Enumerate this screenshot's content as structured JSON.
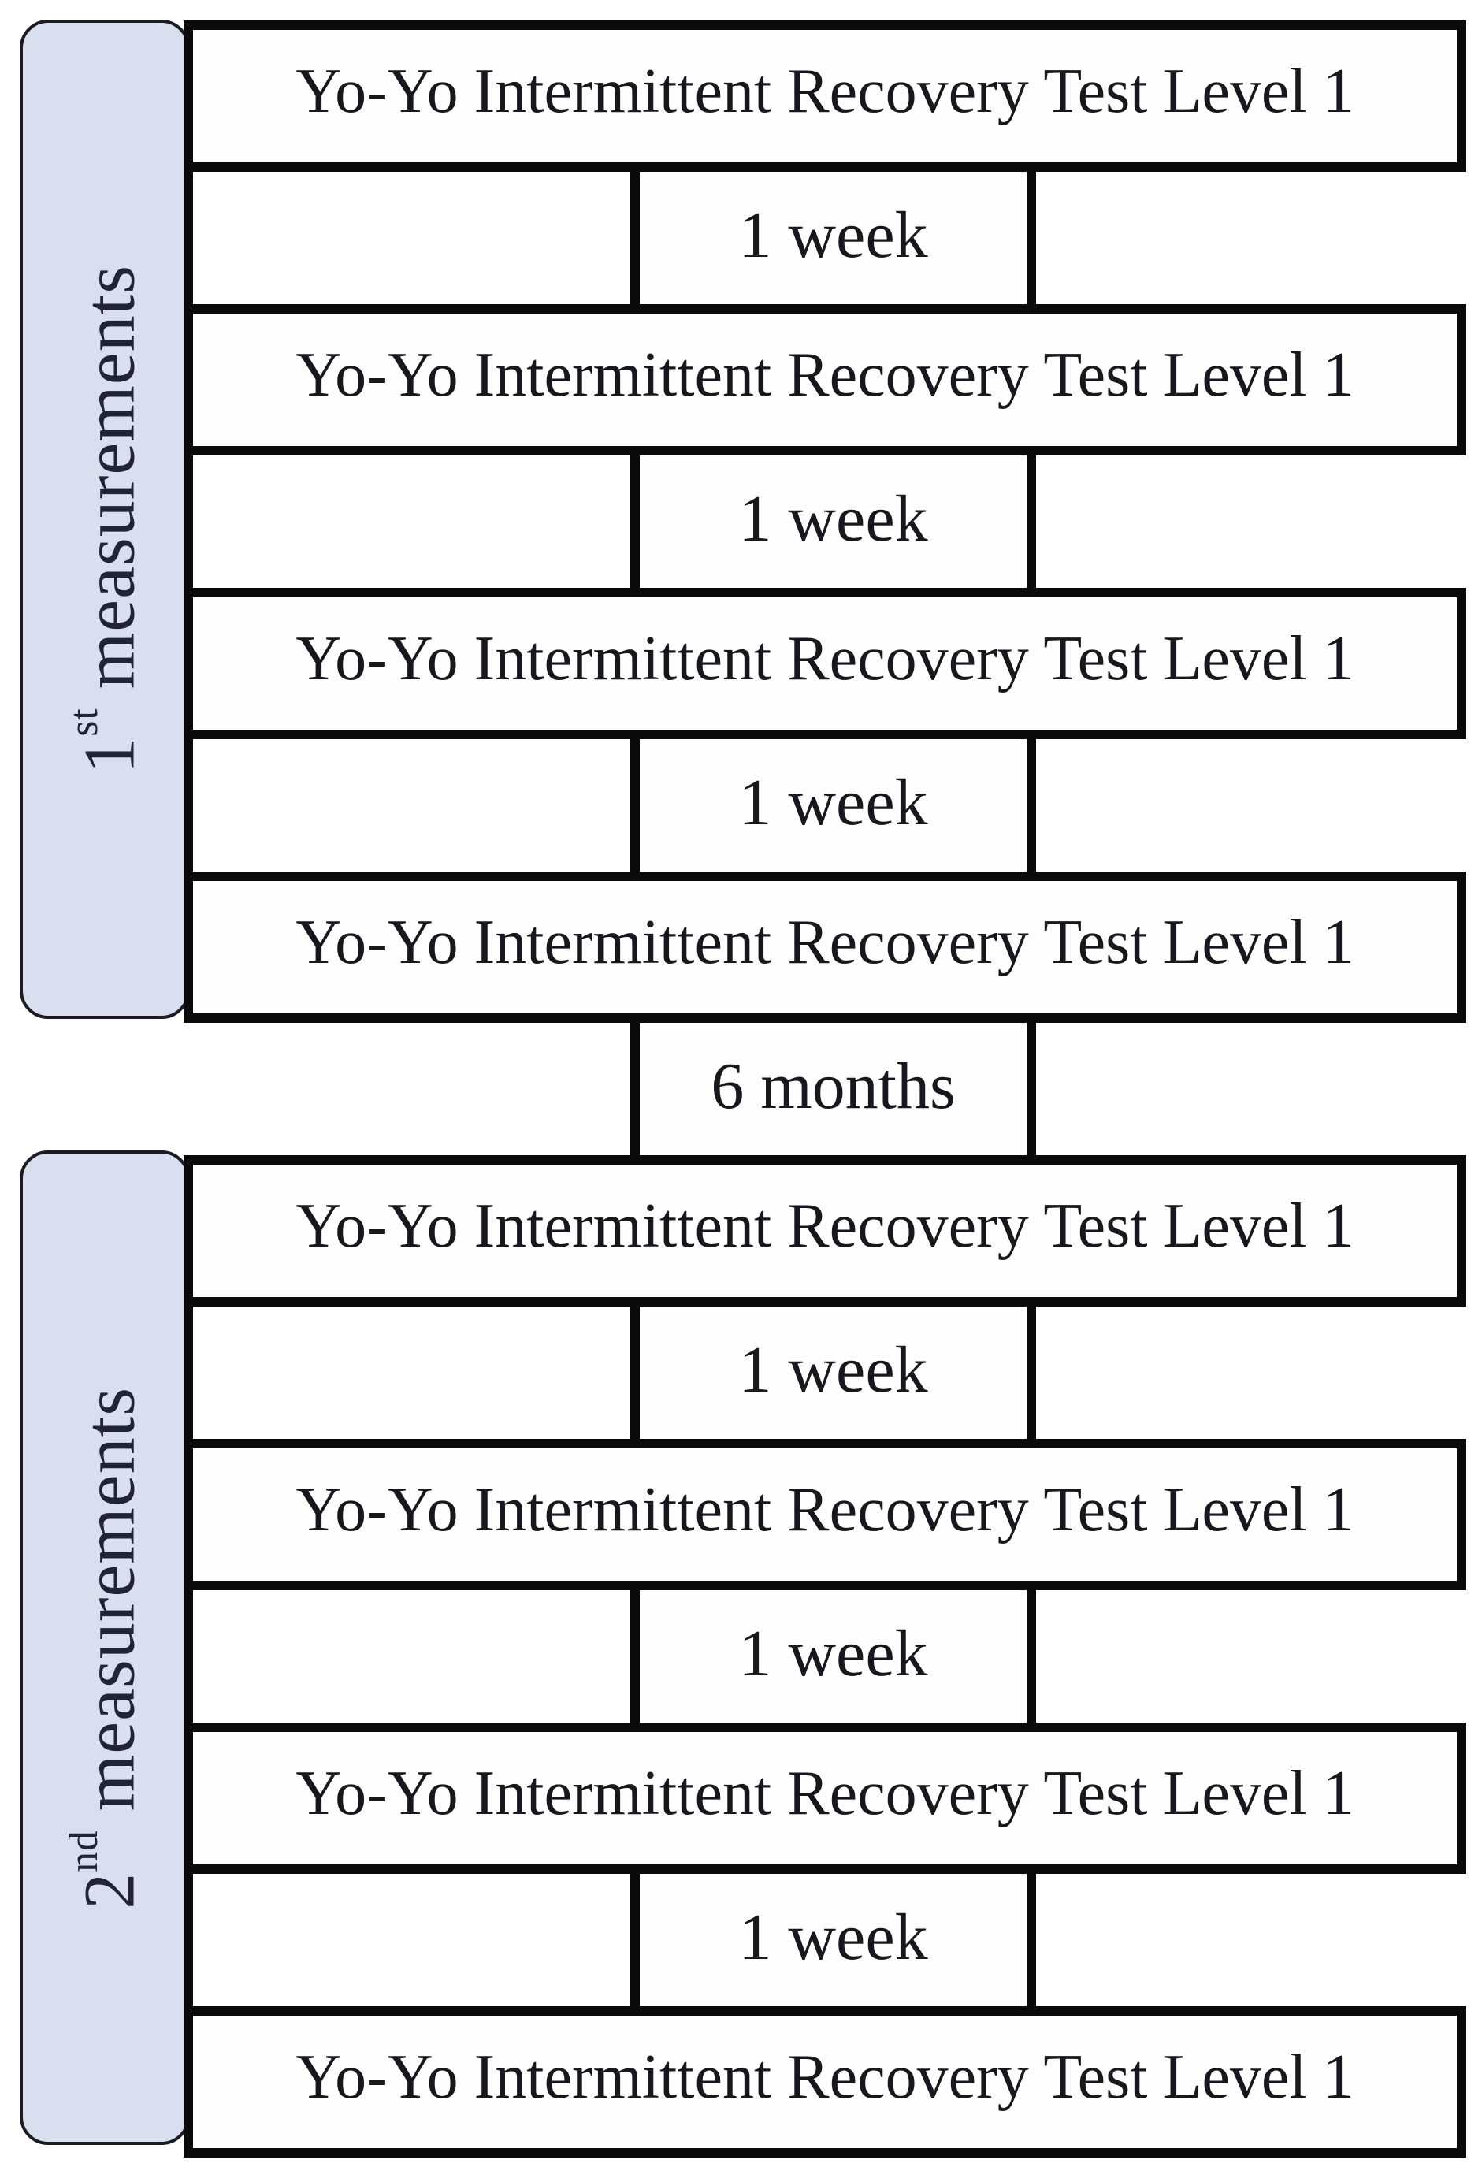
{
  "figure": {
    "kind": "study-design-timeline-diagram",
    "test_name": "Yo-Yo Intermittent Recovery Test Level 1"
  },
  "sidebars": [
    {
      "prefix": "1",
      "sup": "st",
      "rest": " measurements"
    },
    {
      "prefix": "2",
      "sup": "nd",
      "rest": " measurements"
    }
  ],
  "rows": [
    {
      "type": "test",
      "text": "Yo-Yo Intermittent Recovery Test Level 1"
    },
    {
      "type": "interval",
      "text": "1 week"
    },
    {
      "type": "test",
      "text": "Yo-Yo Intermittent Recovery Test Level 1"
    },
    {
      "type": "interval",
      "text": "1 week"
    },
    {
      "type": "test",
      "text": "Yo-Yo Intermittent Recovery Test Level 1"
    },
    {
      "type": "interval",
      "text": "1 week"
    },
    {
      "type": "test",
      "text": "Yo-Yo Intermittent Recovery Test Level 1"
    },
    {
      "type": "interval",
      "text": "6 months"
    },
    {
      "type": "test",
      "text": "Yo-Yo Intermittent Recovery Test Level 1"
    },
    {
      "type": "interval",
      "text": "1 week"
    },
    {
      "type": "test",
      "text": "Yo-Yo Intermittent Recovery Test Level 1"
    },
    {
      "type": "interval",
      "text": "1 week"
    },
    {
      "type": "test",
      "text": "Yo-Yo Intermittent Recovery Test Level 1"
    },
    {
      "type": "interval",
      "text": "1 week"
    },
    {
      "type": "test",
      "text": "Yo-Yo Intermittent Recovery Test Level 1"
    }
  ],
  "colors": {
    "line": "#0a0a0a",
    "box_fill": "#fefefe",
    "sidebar_fill": "#dadff0",
    "sidebar_border": "#1b1b22",
    "text": "#17171d",
    "sidebar_text": "#232338",
    "page_bg": "#ffffff"
  }
}
